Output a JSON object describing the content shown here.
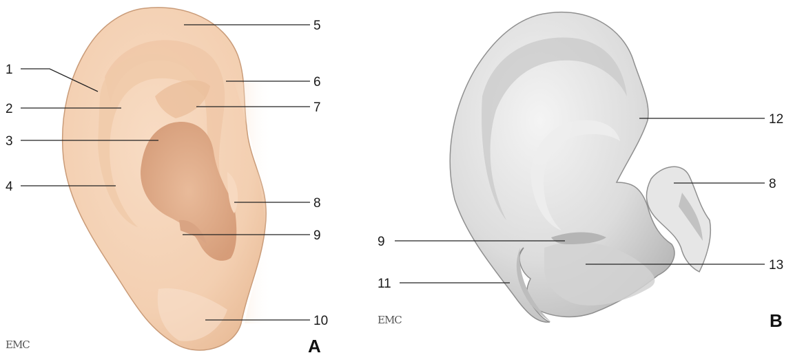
{
  "figure_a": {
    "panel_label": "A",
    "logo": "EMC",
    "labels": [
      "1",
      "2",
      "3",
      "4",
      "5",
      "6",
      "7",
      "8",
      "9",
      "10"
    ],
    "skin_color": "#f6d7bd",
    "shadow_color": "#d9a985"
  },
  "figure_b": {
    "panel_label": "B",
    "logo": "EMC",
    "labels": [
      "12",
      "8",
      "9",
      "13",
      "11"
    ],
    "cartilage_color": "#e2e2e2",
    "shadow_color": "#a9a9a9"
  }
}
